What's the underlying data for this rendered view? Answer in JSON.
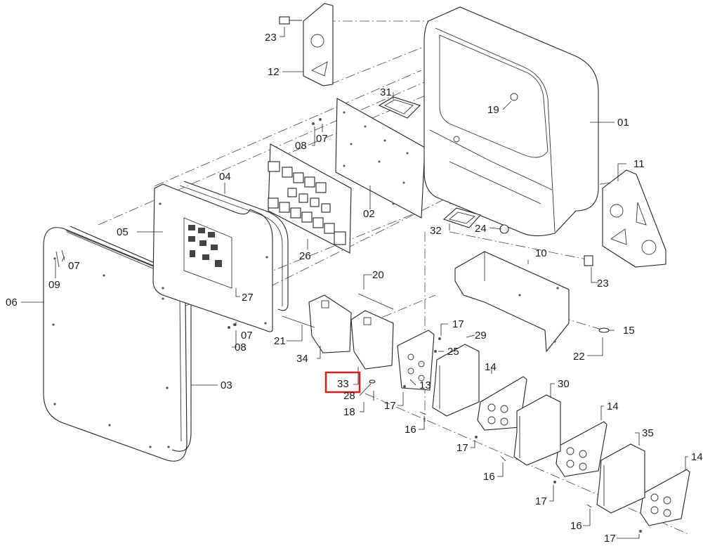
{
  "diagram": {
    "highlight_color": "#d81e1e",
    "callouts": {
      "c23a": "23",
      "c12": "12",
      "c31": "31",
      "c19": "19",
      "c01": "01",
      "c08a": "08",
      "c07a": "07",
      "c04": "04",
      "c02": "02",
      "c11": "11",
      "c05": "05",
      "c26": "26",
      "c32": "32",
      "c24": "24",
      "c07b": "07",
      "c09": "09",
      "c10": "10",
      "c23b": "23",
      "c06": "06",
      "c20": "20",
      "c27": "27",
      "c15": "15",
      "c08b": "08",
      "c21": "21",
      "c17a": "17",
      "c22": "22",
      "c29": "29",
      "c25": "25",
      "c34": "34",
      "c13": "13",
      "c33": "33",
      "c03": "03",
      "c14a": "14",
      "c28": "28",
      "c30": "30",
      "c17b": "17",
      "c18": "18",
      "c16a": "16",
      "c14b": "14",
      "c17c": "17",
      "c16b": "16",
      "c35": "35",
      "c14c": "14",
      "c17d": "17",
      "c16c": "16",
      "c17e": "17"
    }
  }
}
